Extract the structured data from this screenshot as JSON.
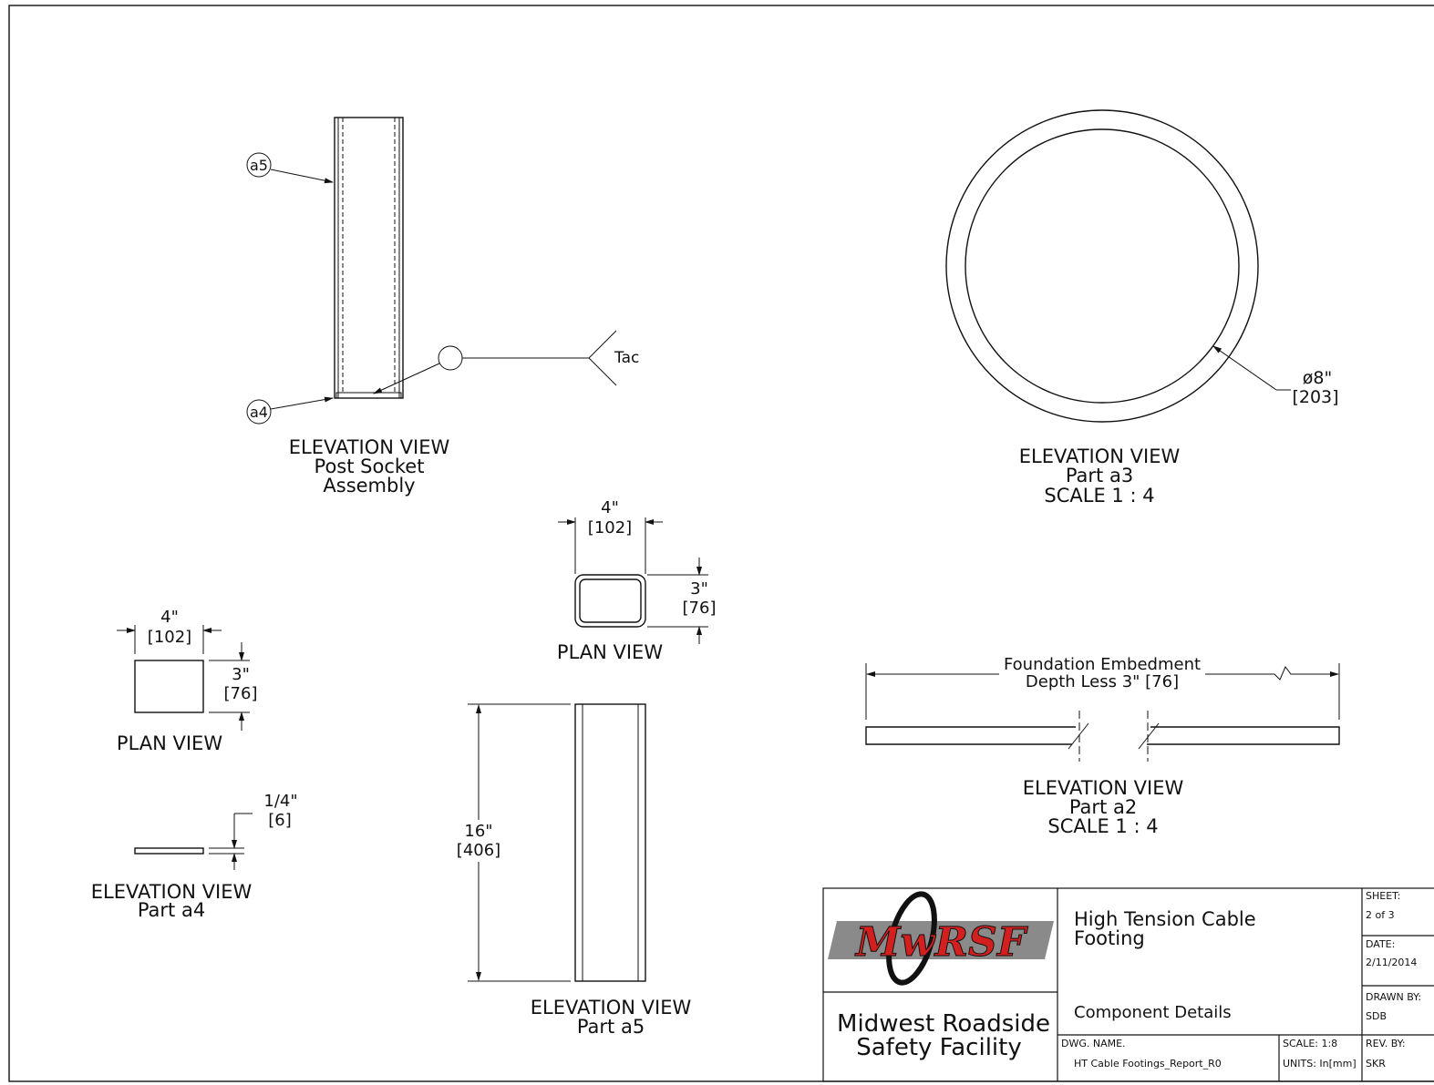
{
  "views": {
    "socket": {
      "title": "ELEVATION VIEW",
      "sub1": "Post Socket",
      "sub2": "Assembly",
      "callout_a5": "a5",
      "callout_a4": "a4",
      "weld_label": "Tac"
    },
    "a3": {
      "title": "ELEVATION VIEW",
      "sub1": "Part a3",
      "sub2": "SCALE 1 : 4",
      "dim_in": "ø8\"",
      "dim_mm": "[203]"
    },
    "a5_plan": {
      "title": "PLAN VIEW",
      "width_in": "4\"",
      "width_mm": "[102]",
      "height_in": "3\"",
      "height_mm": "[76]"
    },
    "a4_plan": {
      "title": "PLAN VIEW",
      "width_in": "4\"",
      "width_mm": "[102]",
      "height_in": "3\"",
      "height_mm": "[76]"
    },
    "a4_elev": {
      "title": "ELEVATION VIEW",
      "sub1": "Part a4",
      "thk_in": "1/4\"",
      "thk_mm": "[6]"
    },
    "a5_elev": {
      "title": "ELEVATION VIEW",
      "sub1": "Part a5",
      "len_in": "16\"",
      "len_mm": "[406]"
    },
    "a2": {
      "title": "ELEVATION VIEW",
      "sub1": "Part a2",
      "sub2": "SCALE 1 : 4",
      "dim_line1": "Foundation Embedment",
      "dim_line2": "Depth Less 3\" [76]"
    }
  },
  "title_block": {
    "logo": "MwRSF",
    "org_line1": "Midwest Roadside",
    "org_line2": "Safety Facility",
    "title_line1": "High Tension Cable",
    "title_line2": "Footing",
    "subtitle": "Component Details",
    "dwg_name_label": "DWG. NAME.",
    "dwg_name": "HT Cable Footings_Report_R0",
    "scale": "SCALE: 1:8",
    "units": "UNITS: In[mm]",
    "sheet_label": "SHEET:",
    "sheet": "2 of 3",
    "date_label": "DATE:",
    "date": "2/11/2014",
    "drawn_label": "DRAWN BY:",
    "drawn": "SDB",
    "rev_label": "REV. BY:",
    "rev": "SKR"
  },
  "colors": {
    "logo_red": "#d41f1f",
    "logo_grey": "#8a8a8a",
    "ink": "#111111"
  }
}
